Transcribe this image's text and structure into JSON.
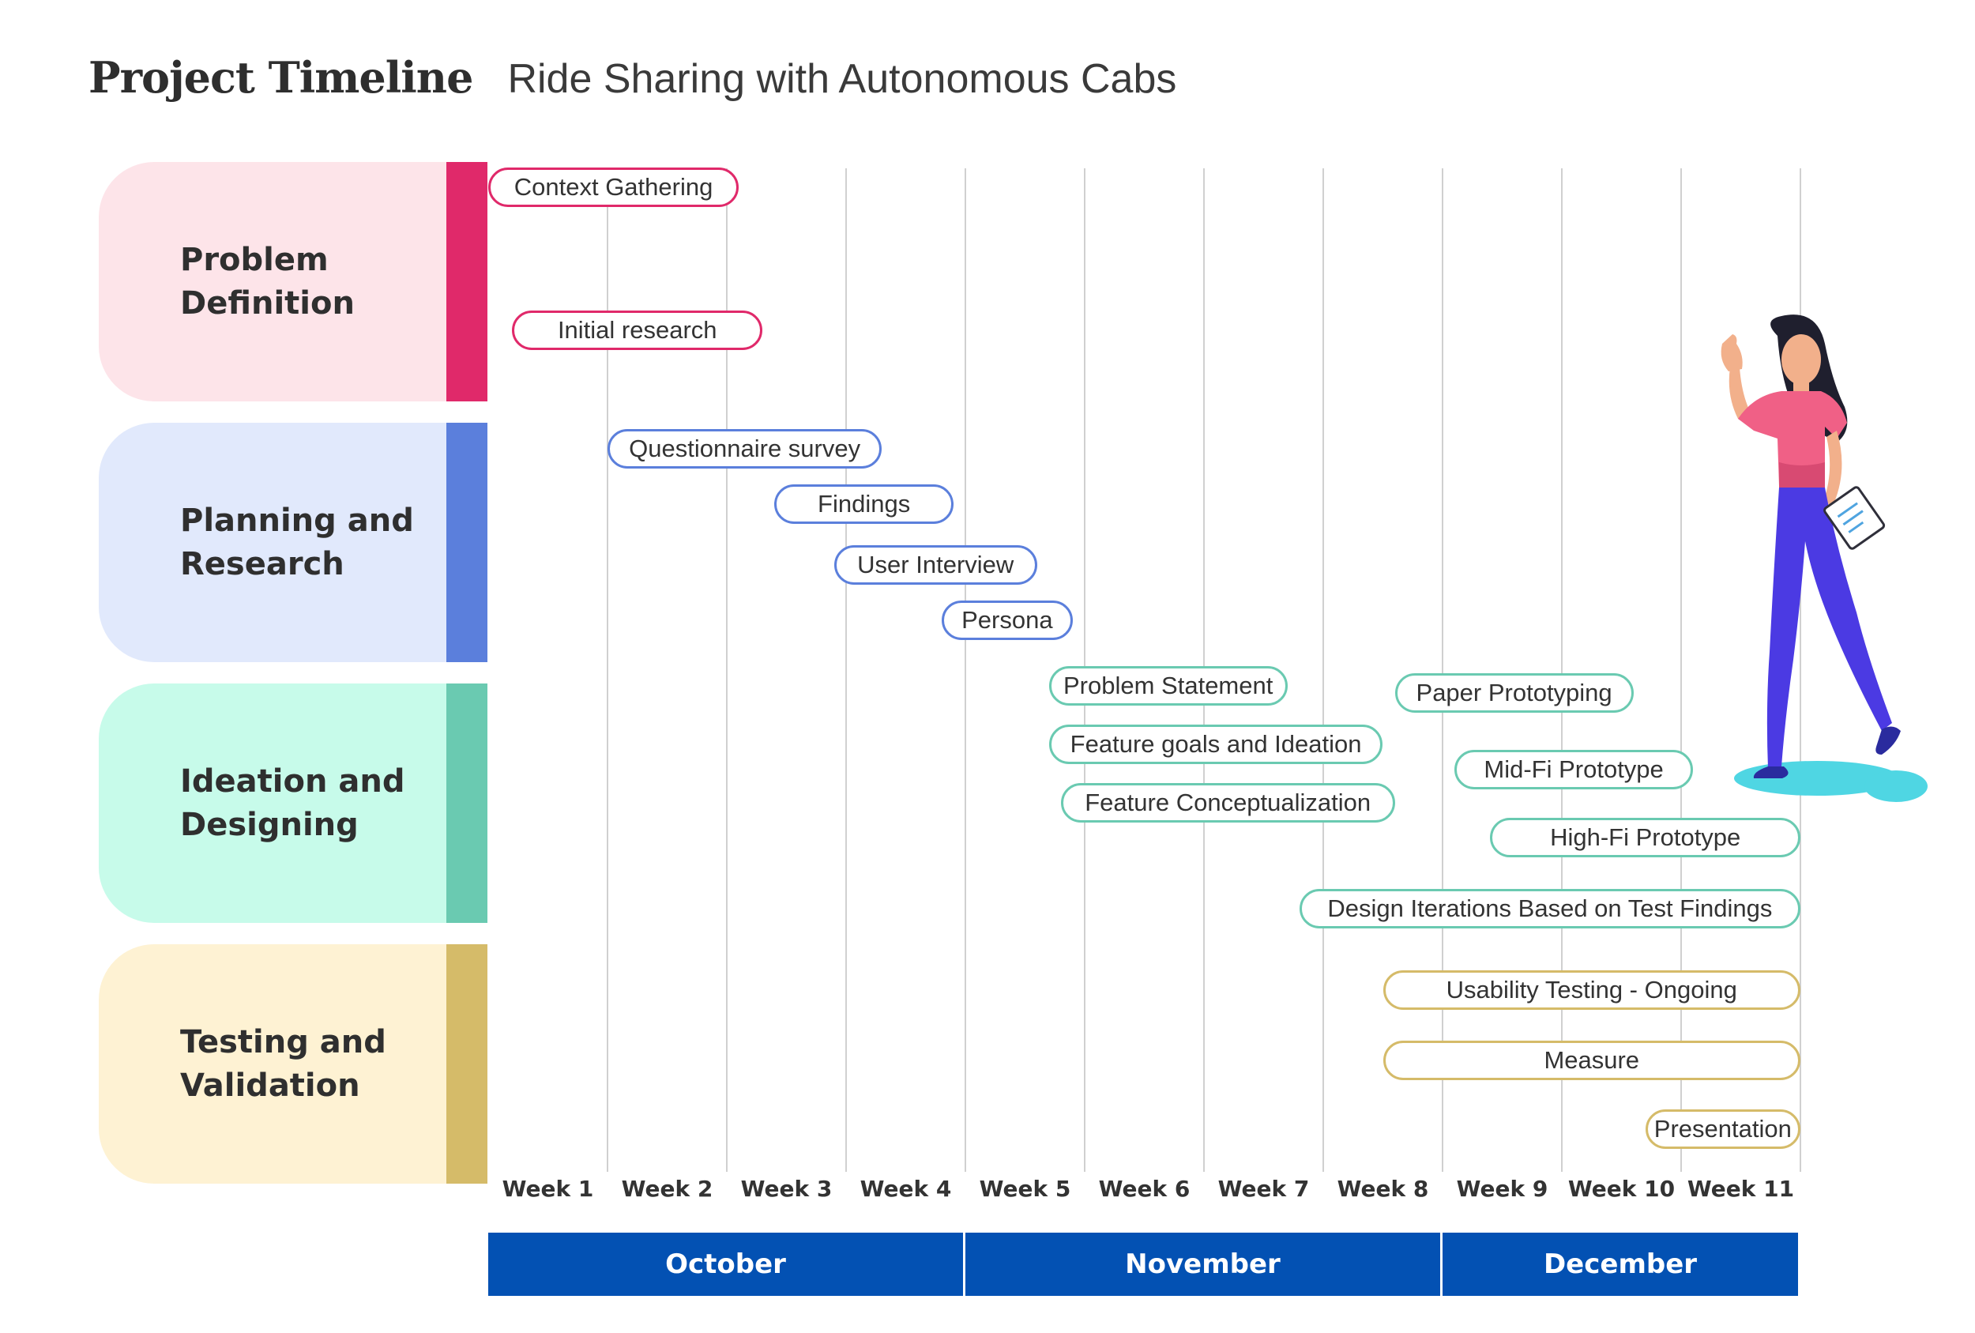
{
  "header": {
    "title": "Project Timeline",
    "subtitle": "Ride Sharing with Autonomous Cabs"
  },
  "phases": [
    {
      "label": "Problem\nDefinition",
      "bg": "#fde4e9",
      "stripe": "#e0296a"
    },
    {
      "label": "Planning and\nResearch",
      "bg": "#e1e9fc",
      "stripe": "#5b7fdc"
    },
    {
      "label": "Ideation and\nDesigning",
      "bg": "#c7fbea",
      "stripe": "#6acab1"
    },
    {
      "label": "Testing and\nValidation",
      "bg": "#fef2d3",
      "stripe": "#d5bb69"
    }
  ],
  "chart_data": {
    "type": "gantt",
    "weeks": [
      "Week 1",
      "Week 2",
      "Week 3",
      "Week 4",
      "Week 5",
      "Week 6",
      "Week 7",
      "Week 8",
      "Week 9",
      "Week 10",
      "Week 11"
    ],
    "months": [
      {
        "label": "October",
        "weeks": [
          1,
          4
        ]
      },
      {
        "label": "November",
        "weeks": [
          5,
          8
        ]
      },
      {
        "label": "December",
        "weeks": [
          9,
          11
        ]
      }
    ],
    "tasks": [
      {
        "name": "Context Gathering",
        "phase": 0,
        "start": 1.0,
        "end": 3.1
      },
      {
        "name": "Initial research",
        "phase": 0,
        "start": 1.2,
        "end": 3.3
      },
      {
        "name": "Questionnaire survey",
        "phase": 1,
        "start": 2.0,
        "end": 4.3
      },
      {
        "name": "Findings",
        "phase": 1,
        "start": 3.4,
        "end": 4.9
      },
      {
        "name": "User Interview",
        "phase": 1,
        "start": 3.9,
        "end": 5.6
      },
      {
        "name": "Persona",
        "phase": 1,
        "start": 4.8,
        "end": 5.9
      },
      {
        "name": "Problem Statement",
        "phase": 2,
        "start": 5.7,
        "end": 7.7
      },
      {
        "name": "Feature goals and Ideation",
        "phase": 2,
        "start": 5.7,
        "end": 8.5
      },
      {
        "name": "Feature Conceptualization",
        "phase": 2,
        "start": 5.8,
        "end": 8.6
      },
      {
        "name": "Paper Prototyping",
        "phase": 2,
        "start": 8.6,
        "end": 10.6
      },
      {
        "name": "Mid-Fi Prototype",
        "phase": 2,
        "start": 9.1,
        "end": 11.1
      },
      {
        "name": "High-Fi Prototype",
        "phase": 2,
        "start": 9.4,
        "end": 12.0
      },
      {
        "name": "Design Iterations Based on Test Findings",
        "phase": 2,
        "start": 7.8,
        "end": 12.0
      },
      {
        "name": "Usability Testing - Ongoing",
        "phase": 3,
        "start": 8.5,
        "end": 12.0
      },
      {
        "name": "Measure",
        "phase": 3,
        "start": 8.5,
        "end": 12.0
      },
      {
        "name": "Presentation",
        "phase": 3,
        "start": 10.7,
        "end": 12.0
      }
    ]
  },
  "colors": {
    "month_bar": "#0351b3",
    "gridline": "#d0d0d0"
  },
  "illustration": "woman-holding-tablet-waving"
}
